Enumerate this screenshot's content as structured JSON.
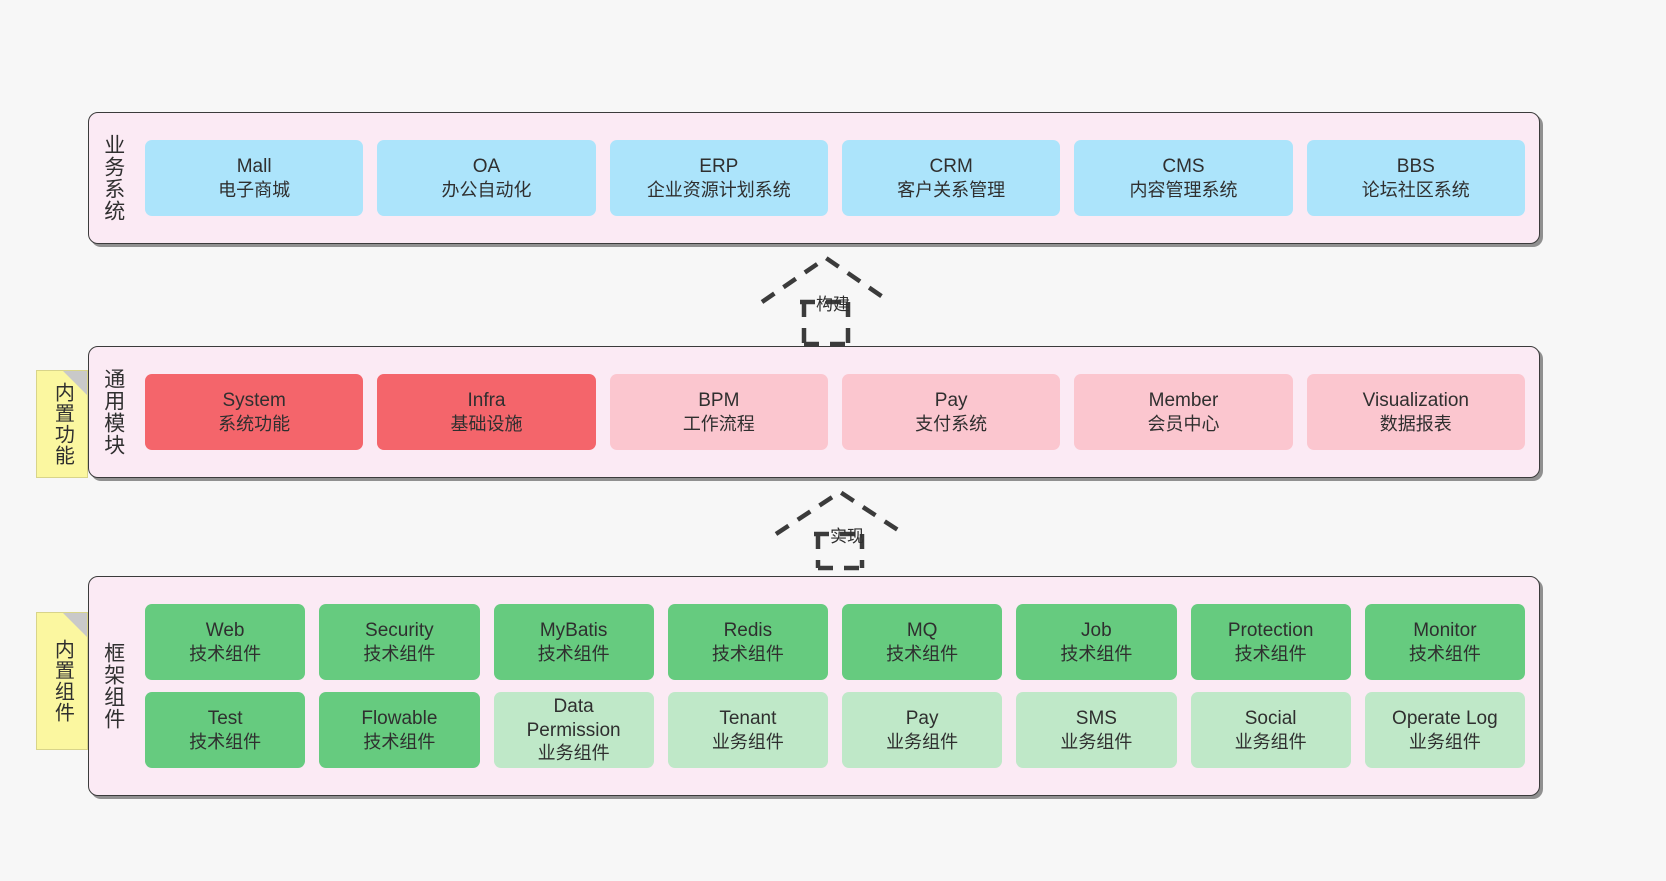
{
  "theme": {
    "page_bg": "#f7f7f7",
    "layer_bg": "#fbeaf4",
    "layer_border": "#3b3b3b",
    "biz_node": "#ace4fb",
    "module_primary": "#f4656b",
    "module_secondary": "#fbc6cf",
    "framework_tech": "#66cb7f",
    "framework_biz": "#bfe8c8",
    "note_bg": "#fbf7a0",
    "note_fold": "#c9c9c9",
    "text": "#2f2f2f"
  },
  "layers": [
    {
      "id": "business",
      "title": "业务系统",
      "nodes": [
        {
          "name": "Mall",
          "desc": "电子商城"
        },
        {
          "name": "OA",
          "desc": "办公自动化"
        },
        {
          "name": "ERP",
          "desc": "企业资源计划系统"
        },
        {
          "name": "CRM",
          "desc": "客户关系管理"
        },
        {
          "name": "CMS",
          "desc": "内容管理系统"
        },
        {
          "name": "BBS",
          "desc": "论坛社区系统"
        }
      ]
    },
    {
      "id": "modules",
      "title": "通用模块",
      "note": "内置功能",
      "nodes": [
        {
          "name": "System",
          "desc": "系统功能",
          "variant": "primary"
        },
        {
          "name": "Infra",
          "desc": "基础设施",
          "variant": "primary"
        },
        {
          "name": "BPM",
          "desc": "工作流程",
          "variant": "secondary"
        },
        {
          "name": "Pay",
          "desc": "支付系统",
          "variant": "secondary"
        },
        {
          "name": "Member",
          "desc": "会员中心",
          "variant": "secondary"
        },
        {
          "name": "Visualization",
          "desc": "数据报表",
          "variant": "secondary"
        }
      ]
    },
    {
      "id": "framework",
      "title": "框架组件",
      "note": "内置组件",
      "rows": [
        [
          {
            "name": "Web",
            "desc": "技术组件",
            "variant": "tech"
          },
          {
            "name": "Security",
            "desc": "技术组件",
            "variant": "tech"
          },
          {
            "name": "MyBatis",
            "desc": "技术组件",
            "variant": "tech"
          },
          {
            "name": "Redis",
            "desc": "技术组件",
            "variant": "tech"
          },
          {
            "name": "MQ",
            "desc": "技术组件",
            "variant": "tech"
          },
          {
            "name": "Job",
            "desc": "技术组件",
            "variant": "tech"
          },
          {
            "name": "Protection",
            "desc": "技术组件",
            "variant": "tech"
          },
          {
            "name": "Monitor",
            "desc": "技术组件",
            "variant": "tech"
          }
        ],
        [
          {
            "name": "Test",
            "desc": "技术组件",
            "variant": "tech"
          },
          {
            "name": "Flowable",
            "desc": "技术组件",
            "variant": "tech"
          },
          {
            "name": "Data",
            "name2": "Permission",
            "desc": "业务组件",
            "variant": "biz"
          },
          {
            "name": "Tenant",
            "desc": "业务组件",
            "variant": "biz"
          },
          {
            "name": "Pay",
            "desc": "业务组件",
            "variant": "biz"
          },
          {
            "name": "SMS",
            "desc": "业务组件",
            "variant": "biz"
          },
          {
            "name": "Social",
            "desc": "业务组件",
            "variant": "biz"
          },
          {
            "name": "Operate Log",
            "desc": "业务组件",
            "variant": "biz"
          }
        ]
      ]
    }
  ],
  "arrows": [
    {
      "id": "build",
      "label": "构建",
      "from": "modules",
      "to": "business",
      "style": "dashed-generalization"
    },
    {
      "id": "implement",
      "label": "实现",
      "from": "framework",
      "to": "modules",
      "style": "dashed-generalization"
    }
  ]
}
